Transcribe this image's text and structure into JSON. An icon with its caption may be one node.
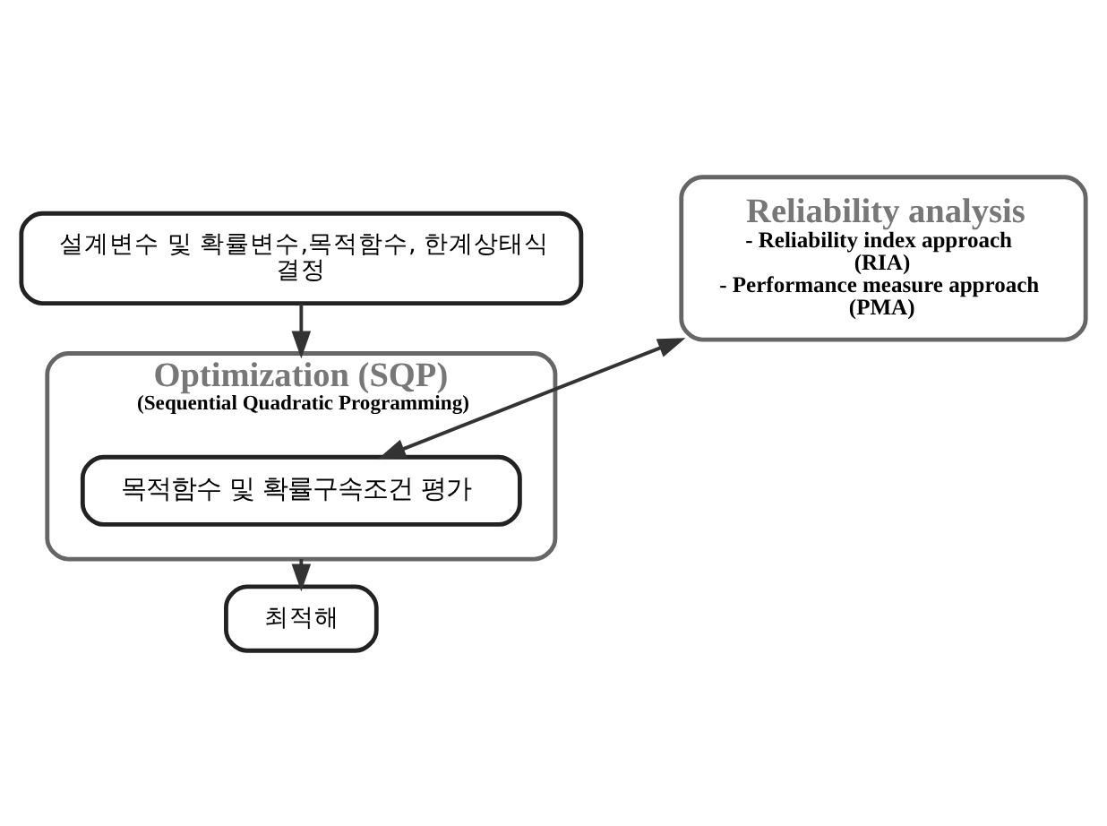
{
  "diagram": {
    "nodes": [
      {
        "text": [
          "설계변수 및 확률변수,목적함수, 한계상태식 결정"
        ]
      },
      {
        "text": [
          "Optimization (SQP)",
          "(Sequential Quadratic Programming)"
        ]
      },
      {
        "text": [
          "목적함수 및 확률구속조건 평가"
        ],
        "in": 1
      },
      {
        "text": [
          "Reliability analysis",
          "- Reliability index approach (RIA)",
          "- Performance measure approach (PMA)"
        ]
      },
      {
        "text": [
          "최적해"
        ]
      }
    ],
    "edges": [
      {
        "from": 0,
        "to": 1,
        "arrow": "to"
      },
      {
        "from": 2,
        "to": 3,
        "arrow": "both"
      },
      {
        "from": 1,
        "to": 4,
        "arrow": "to"
      }
    ]
  }
}
